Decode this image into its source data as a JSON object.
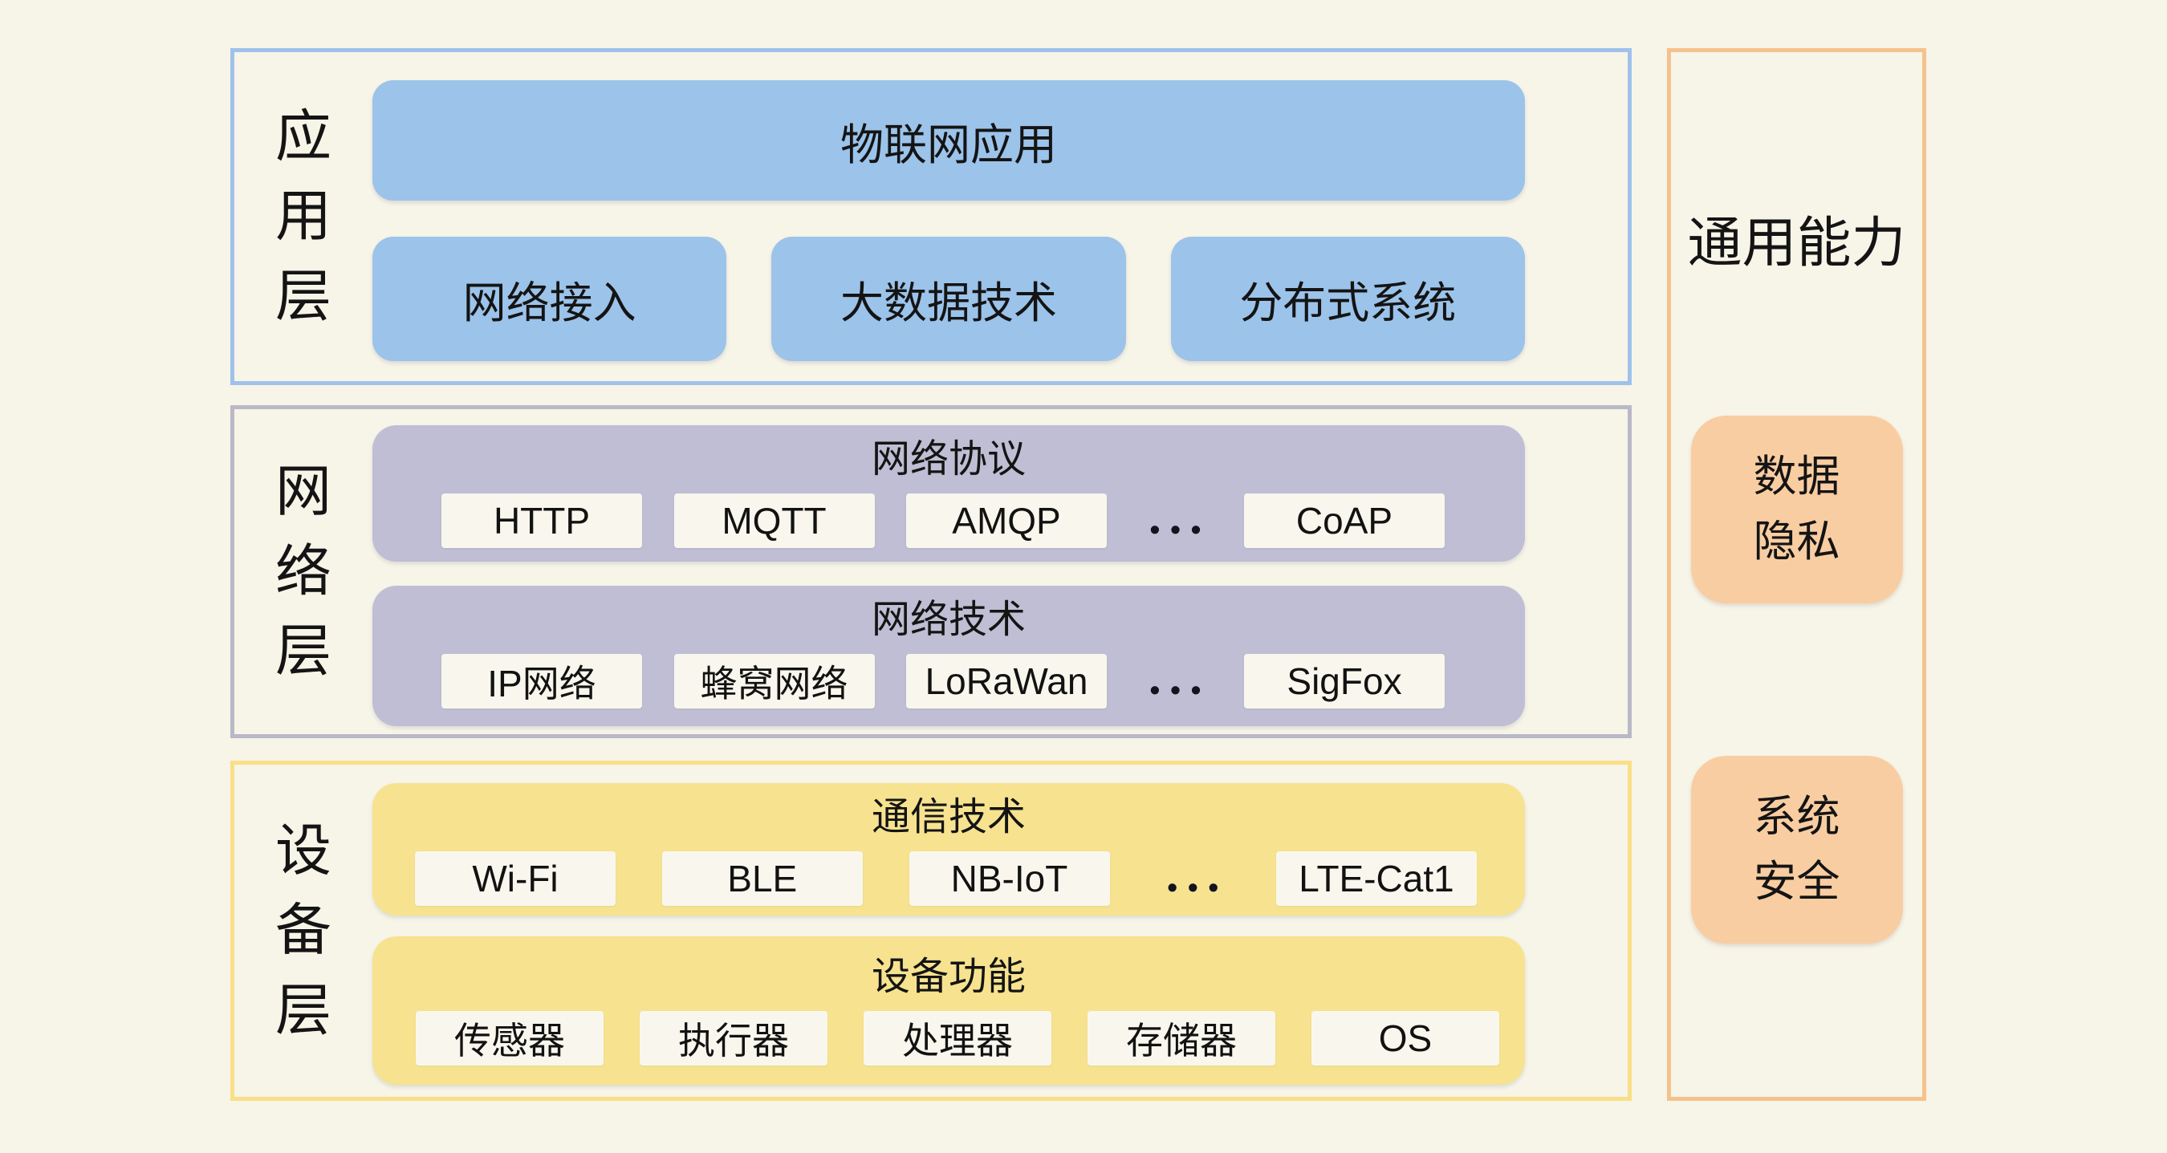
{
  "colors": {
    "canvas_bg": "#F7F4E8",
    "application_box": "#9CC3EA",
    "application_border": "#9FC2EA",
    "network_box": "#BFBED4",
    "network_border": "#B9B8C7",
    "device_box": "#F7E38F",
    "device_border": "#F9DF87",
    "sidebar_card": "#F9CDA2",
    "sidebar_border": "#F5C28D",
    "chip_bg": "#F9F7ED",
    "text": "#141414"
  },
  "layers": {
    "application": {
      "label": "应\n用\n层",
      "hero": "物联网应用",
      "items": [
        "网络接入",
        "大数据技术",
        "分布式系统"
      ]
    },
    "network": {
      "label": "网\n络\n层",
      "groups": [
        {
          "title": "网络协议",
          "chips": [
            "HTTP",
            "MQTT",
            "AMQP"
          ],
          "ellipsis": "•••",
          "last_chip": "CoAP"
        },
        {
          "title": "网络技术",
          "chips": [
            "IP网络",
            "蜂窝网络",
            "LoRaWan"
          ],
          "ellipsis": "•••",
          "last_chip": "SigFox"
        }
      ]
    },
    "device": {
      "label": "设\n备\n层",
      "groups": [
        {
          "title": "通信技术",
          "chips": [
            "Wi-Fi",
            "BLE",
            "NB-IoT"
          ],
          "ellipsis": "•••",
          "last_chip": "LTE-Cat1"
        },
        {
          "title": "设备功能",
          "chips": [
            "传感器",
            "执行器",
            "处理器",
            "存储器",
            "OS"
          ]
        }
      ]
    }
  },
  "sidebar": {
    "title": "通用能力",
    "cards": [
      {
        "label": "数据\n隐私"
      },
      {
        "label": "系统\n安全"
      }
    ]
  }
}
